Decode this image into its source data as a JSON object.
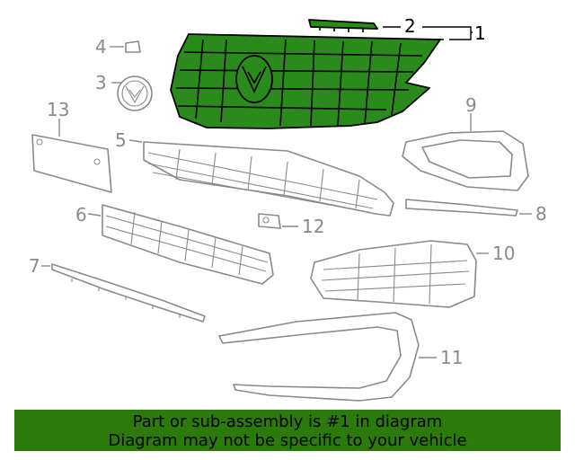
{
  "callouts": {
    "c1": "1",
    "c2": "2",
    "c3": "3",
    "c4": "4",
    "c5": "5",
    "c6": "6",
    "c7": "7",
    "c8": "8",
    "c9": "9",
    "c10": "10",
    "c11": "11",
    "c12": "12",
    "c13": "13"
  },
  "colors": {
    "highlight": "#2a8a1c",
    "banner": "#2b7a0b",
    "line": "#8a8a8a"
  },
  "footer": {
    "line1": "Part or sub-assembly is #1 in diagram",
    "line2": "Diagram may not be specific to your vehicle"
  }
}
